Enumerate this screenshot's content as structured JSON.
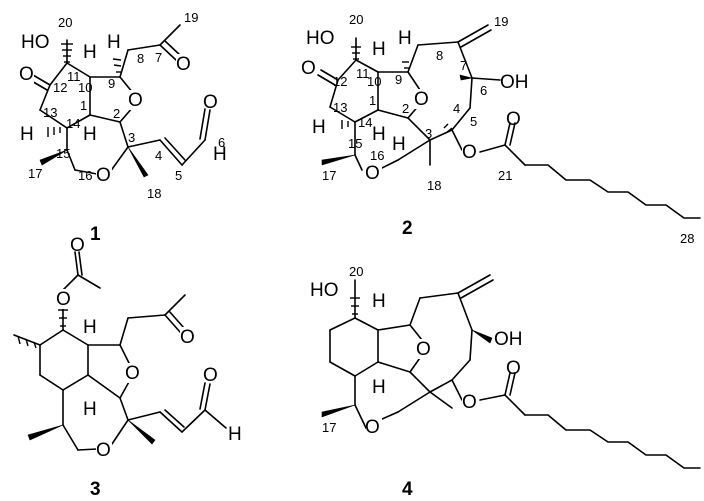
{
  "figure": {
    "structures": [
      {
        "id": "1",
        "label": "1",
        "atoms": {
          "OH": "HO",
          "ketone_O": "O",
          "ring_O": "O",
          "side_O": "O",
          "ether_O": "O",
          "aldehyde_O": "O",
          "H10": "H",
          "H9": "H",
          "H1": "H",
          "H14": "H",
          "H6": "H"
        },
        "locants": {
          "n20": "20",
          "n19": "19",
          "n8": "8",
          "n7": "7",
          "n12": "12",
          "n11": "11",
          "n10": "10",
          "n9": "9",
          "n13": "13",
          "n1": "1",
          "n2": "2",
          "n14": "14",
          "n3": "3",
          "n6": "6",
          "n4": "4",
          "n15": "15",
          "n16": "16",
          "n5": "5",
          "n17": "17",
          "n18": "18"
        }
      },
      {
        "id": "2",
        "label": "2",
        "atoms": {
          "OH": "HO",
          "ketone_O": "O",
          "ring_O": "O",
          "ether_O": "O",
          "ester_O": "O",
          "carbonyl_O": "O",
          "OH6": "OH",
          "H10": "H",
          "H9": "H",
          "H1": "H",
          "H14": "H",
          "H2": "H"
        },
        "locants": {
          "n20": "20",
          "n19": "19",
          "n8": "8",
          "n7": "7",
          "n12": "12",
          "n11": "11",
          "n10": "10",
          "n9": "9",
          "n6": "6",
          "n13": "13",
          "n1": "1",
          "n2": "2",
          "n14": "14",
          "n3": "3",
          "n5": "5",
          "n4": "4",
          "n15": "15",
          "n16": "16",
          "n17": "17",
          "n18": "18",
          "n21": "21",
          "n28": "28"
        }
      },
      {
        "id": "3",
        "label": "3",
        "atoms": {
          "acetyl_O": "O",
          "ester_O": "O",
          "ring_O": "O",
          "side_O": "O",
          "ether_O": "O",
          "aldehyde_O": "O",
          "H10": "H",
          "H1": "H",
          "H6": "H"
        },
        "locants": {}
      },
      {
        "id": "4",
        "label": "4",
        "atoms": {
          "OH": "HO",
          "ring_O": "O",
          "ether_O": "O",
          "ester_O": "O",
          "carbonyl_O": "O",
          "OH6": "OH",
          "H10": "H",
          "H1": "H"
        },
        "locants": {
          "n20": "20",
          "n17": "17"
        }
      }
    ]
  }
}
